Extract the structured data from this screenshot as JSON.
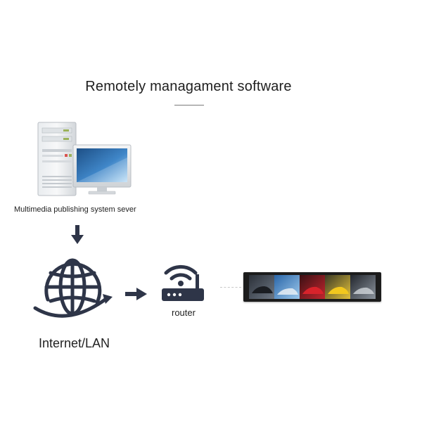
{
  "title": "Remotely managament software",
  "server": {
    "label": "Multimedia publishing system sever",
    "icon": "desktop-computer-icon"
  },
  "network": {
    "label": "Internet/LAN",
    "icon": "globe-icon"
  },
  "router": {
    "label": "router",
    "icon": "wifi-router-icon"
  },
  "display": {
    "icon": "stretched-bar-display-icon"
  },
  "colors": {
    "icon_dark": "#2e3548",
    "text": "#1e1e1e",
    "screen_blue": "#2f6aa8"
  }
}
